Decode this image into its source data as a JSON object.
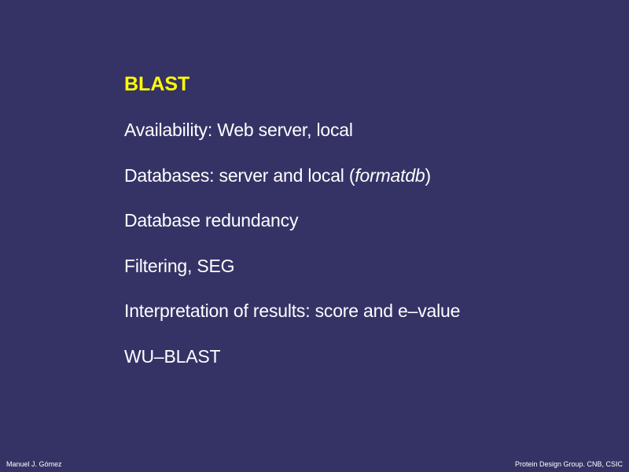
{
  "slide": {
    "title": "BLAST",
    "bullets": [
      {
        "before": "Availability: Web server, local",
        "italic": "",
        "after": ""
      },
      {
        "before": "Databases: server and local (",
        "italic": "formatdb",
        "after": ")"
      },
      {
        "before": "Database redundancy",
        "italic": "",
        "after": ""
      },
      {
        "before": "Filtering, SEG",
        "italic": "",
        "after": ""
      },
      {
        "before": "Interpretation of results: score and e–value",
        "italic": "",
        "after": ""
      },
      {
        "before": "WU–BLAST",
        "italic": "",
        "after": ""
      }
    ]
  },
  "footer": {
    "author": "Manuel J. Gómez",
    "affiliation": "Protein Design Group. CNB, CSIC"
  },
  "colors": {
    "background": "#353366",
    "title": "#ffff00",
    "text": "#ffffff"
  }
}
